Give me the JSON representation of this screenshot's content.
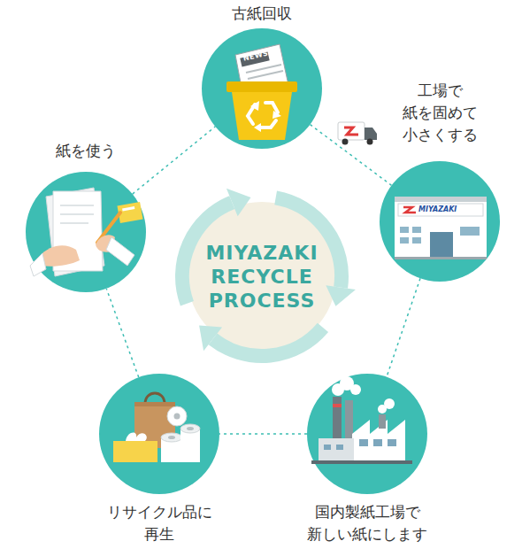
{
  "diagram": {
    "nodes": [
      {
        "text": [
          "古紙回収"
        ]
      },
      {
        "text": [
          "工場で 紙を固めて 小さくする"
        ]
      },
      {
        "text": [
          "国内製紙工場で 新しい紙にします"
        ]
      },
      {
        "text": [
          "リサイクル品に 再生"
        ]
      },
      {
        "text": [
          "紙を使う"
        ]
      },
      {
        "text": [
          "MIYAZAKI RECYCLE PROCESS"
        ]
      }
    ],
    "edges": [
      {
        "from": 0,
        "to": 1,
        "arrow": "none"
      },
      {
        "from": 1,
        "to": 2,
        "arrow": "none"
      },
      {
        "from": 2,
        "to": 3,
        "arrow": "none"
      },
      {
        "from": 3,
        "to": 4,
        "arrow": "none"
      },
      {
        "from": 4,
        "to": 0,
        "arrow": "none"
      }
    ],
    "labels": [
      "NEWS",
      "MIYAZAKI"
    ]
  }
}
